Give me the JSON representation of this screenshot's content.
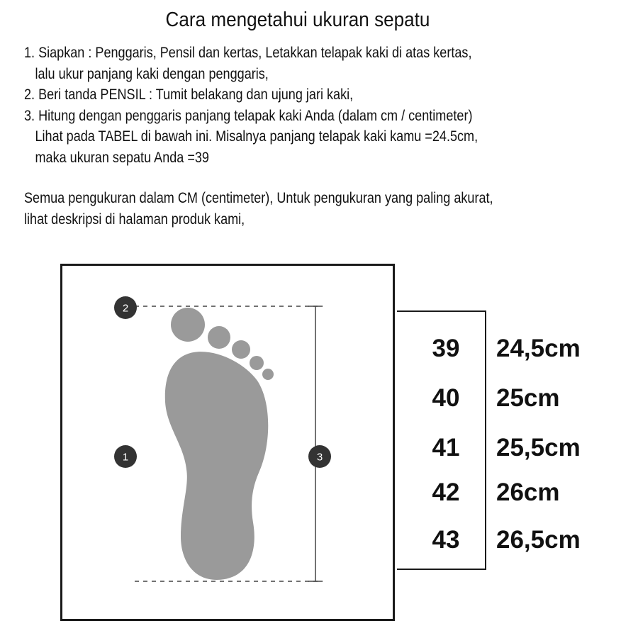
{
  "title": "Cara mengetahui ukuran sepatu",
  "instructions": [
    "1. Siapkan : Penggaris, Pensil dan kertas, Letakkan telapak kaki di atas kertas,",
    "lalu ukur panjang kaki dengan penggaris,",
    "2. Beri tanda PENSIL : Tumit belakang dan ujung jari kaki,",
    "3. Hitung dengan penggaris panjang telapak kaki Anda (dalam cm / centimeter)",
    "Lihat pada TABEL di bawah ini. Misalnya panjang telapak kaki kamu =24.5cm,",
    "maka ukuran sepatu Anda =39"
  ],
  "note": [
    "Semua pengukuran dalam CM (centimeter), Untuk pengukuran yang paling akurat,",
    "lihat deskripsi di halaman produk kami,"
  ],
  "diagram": {
    "markers": [
      "2",
      "1",
      "3"
    ],
    "foot_color": "#9a9a9a",
    "marker_color": "#333333"
  },
  "size_table": [
    {
      "size": "39",
      "length": "24,5cm"
    },
    {
      "size": "40",
      "length": "25cm"
    },
    {
      "size": "41",
      "length": "25,5cm"
    },
    {
      "size": "42",
      "length": "26cm"
    },
    {
      "size": "43",
      "length": "26,5cm"
    }
  ]
}
